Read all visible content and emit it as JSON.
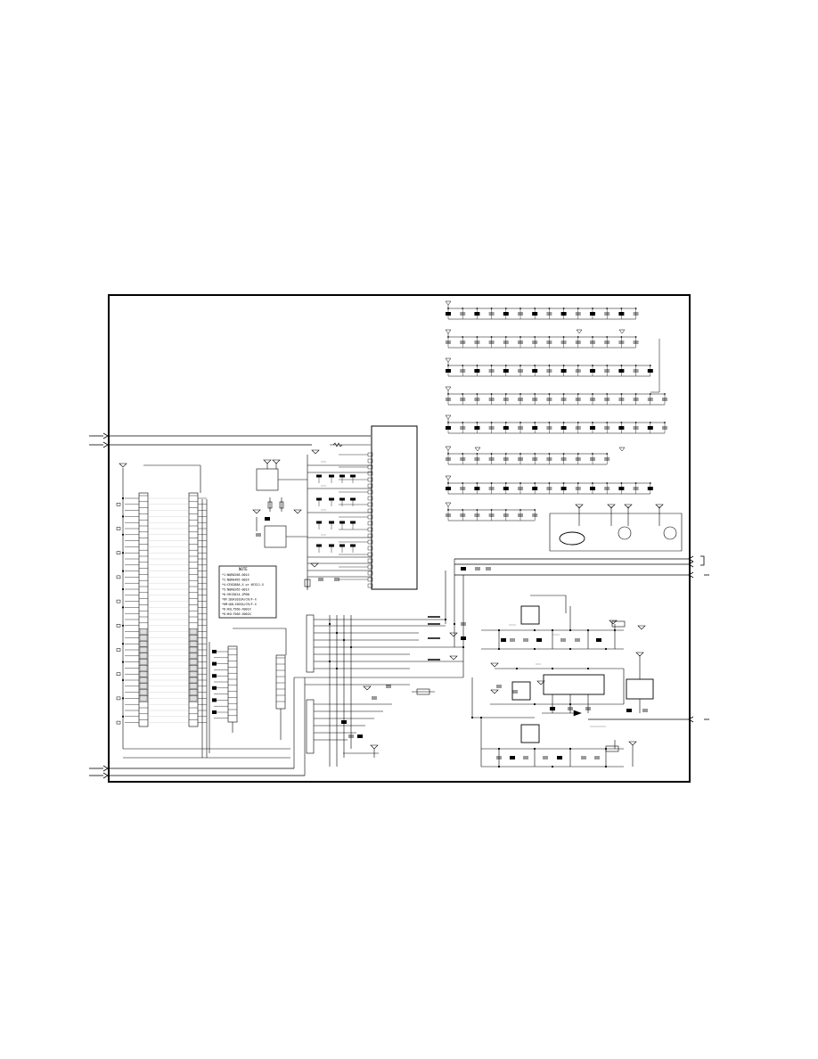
{
  "note_box": {
    "title": "NOTE",
    "lines": [
      "*1:NQR0268-001X",
      "*2:NQR0465-002X",
      "*4:CE0288A-X or NCS11-X",
      "*5:NQR0265-001X",
      "*6:VRI3024-ZP0N",
      "*6F:QOA1033A/CR/F-X",
      "*6M:QOL1503A/CR/F-X",
      "*6:HSL7560-X001X",
      "*6:HSL7560-X002X"
    ]
  },
  "colors": {
    "ink": "#000000",
    "paper": "#ffffff",
    "trace": "#444444",
    "faint": "#777777"
  }
}
